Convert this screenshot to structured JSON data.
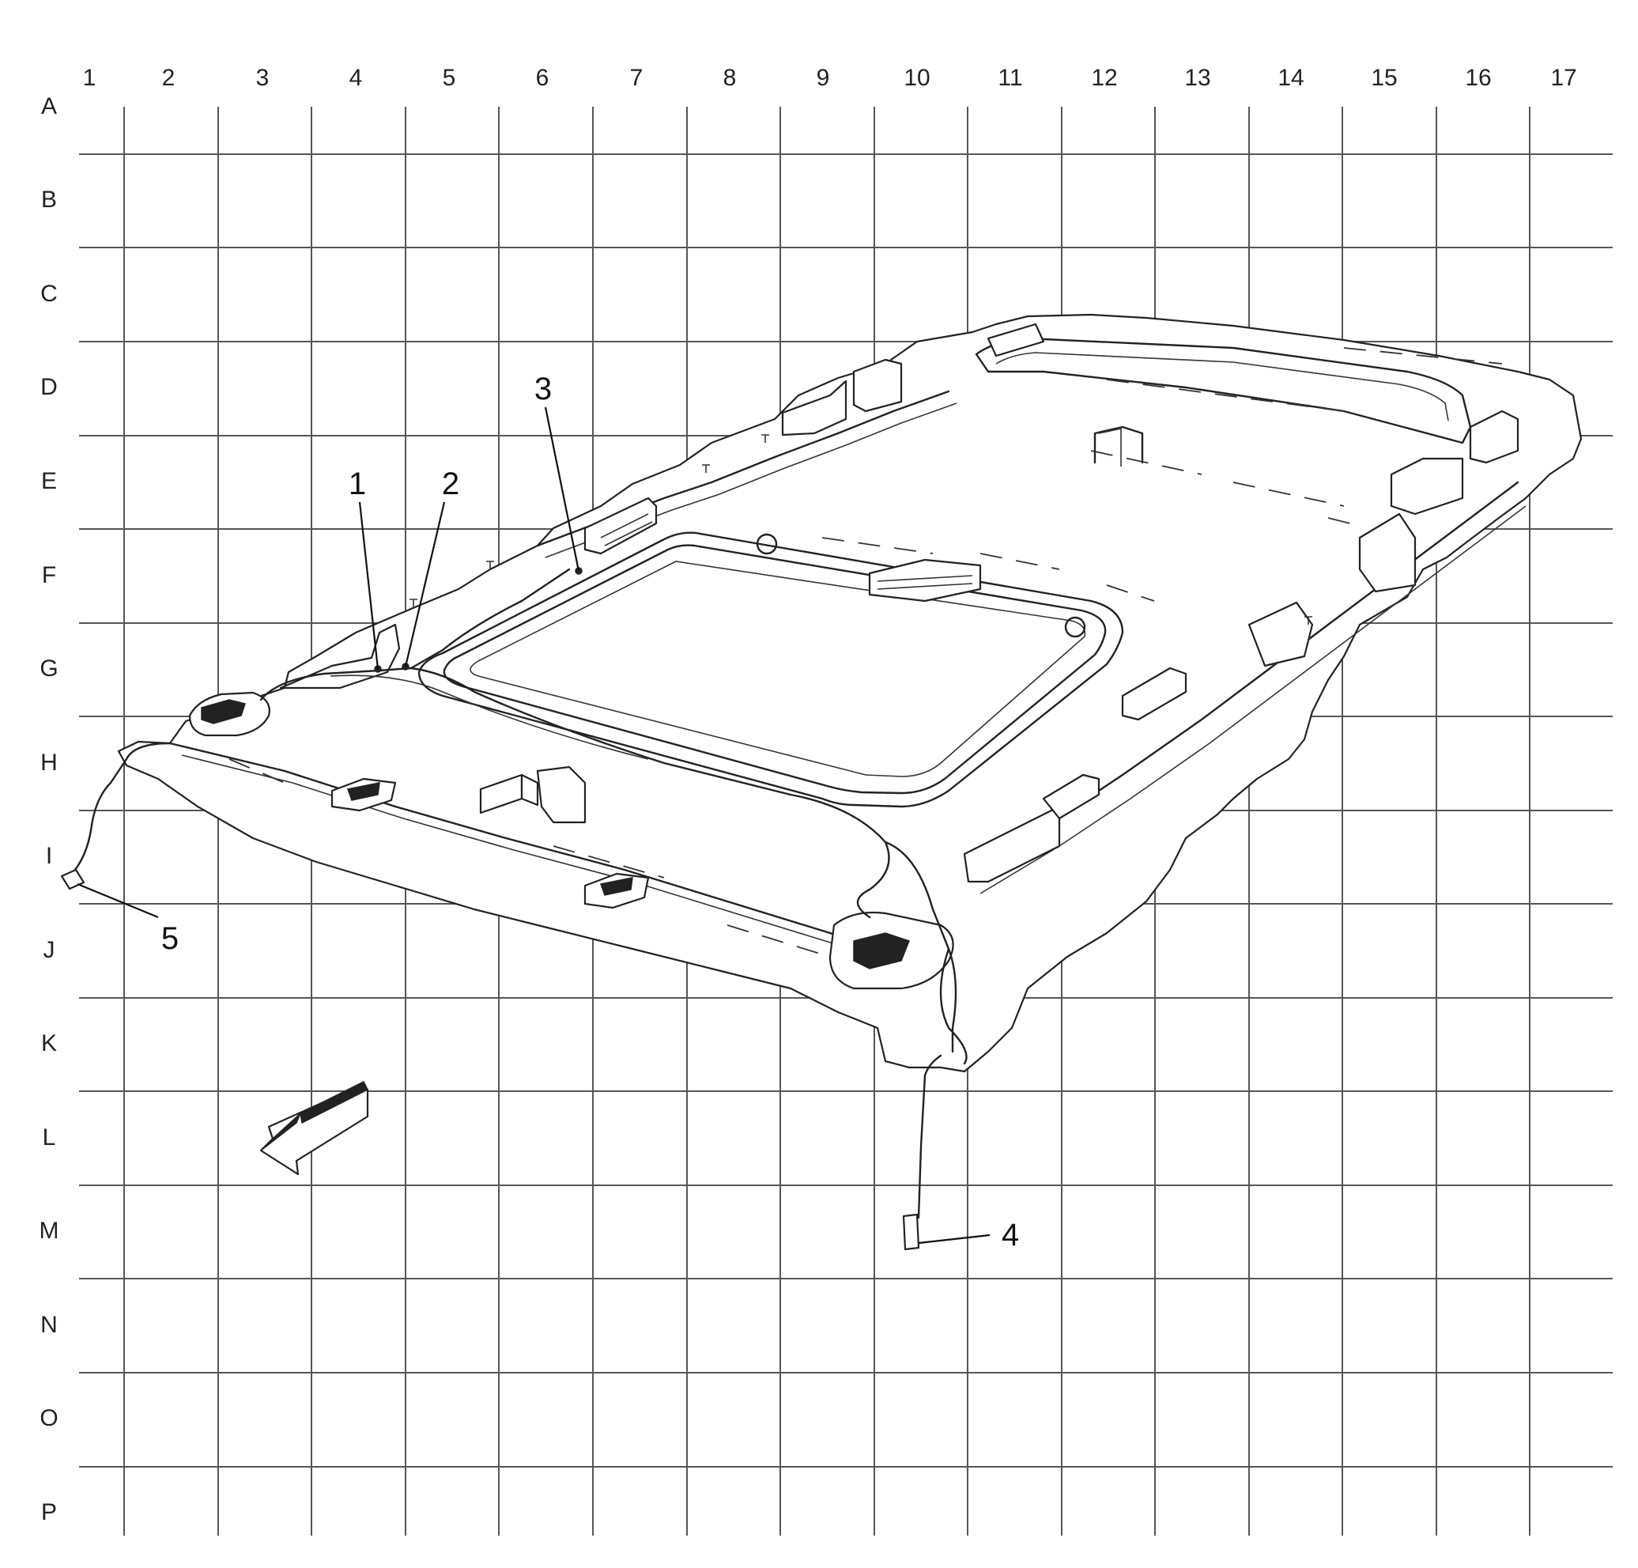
{
  "grid": {
    "columns": [
      "1",
      "2",
      "3",
      "4",
      "5",
      "6",
      "7",
      "8",
      "9",
      "10",
      "11",
      "12",
      "13",
      "14",
      "15",
      "16",
      "17"
    ],
    "rows": [
      "A",
      "B",
      "C",
      "D",
      "E",
      "F",
      "G",
      "H",
      "I",
      "J",
      "K",
      "L",
      "M",
      "N",
      "O",
      "P"
    ]
  },
  "callouts": [
    {
      "id": "1",
      "label": "1"
    },
    {
      "id": "2",
      "label": "2"
    },
    {
      "id": "3",
      "label": "3"
    },
    {
      "id": "4",
      "label": "4"
    },
    {
      "id": "5",
      "label": "5"
    }
  ],
  "icons": {
    "front_arrow": "front-direction-arrow-icon"
  }
}
